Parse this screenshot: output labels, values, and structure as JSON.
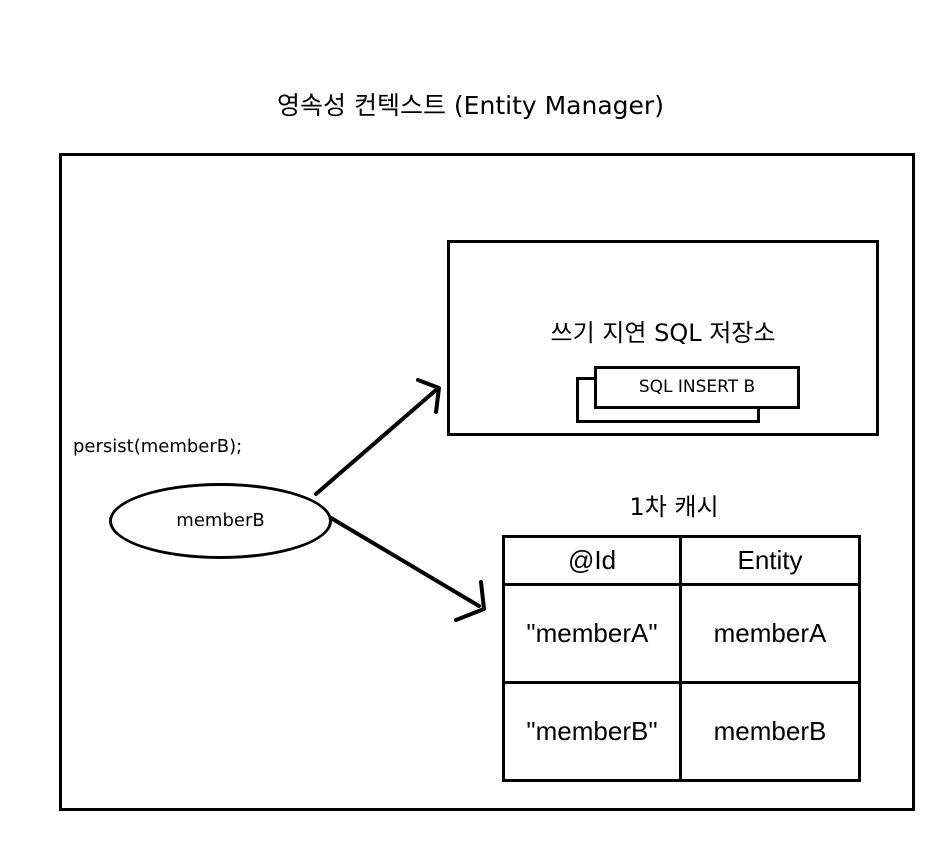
{
  "title": "영속성 컨텍스트 (Entity Manager)",
  "write_behind_store": {
    "label": "쓰기 지연 SQL 저장소",
    "sql_card": "SQL INSERT B"
  },
  "persist_call": "persist(memberB);",
  "entity_node": "memberB",
  "first_level_cache": {
    "title": "1차 캐시",
    "columns": [
      "@Id",
      "Entity"
    ],
    "rows": [
      [
        "\"memberA\"",
        "memberA"
      ],
      [
        "\"memberB\"",
        "memberB"
      ]
    ]
  }
}
